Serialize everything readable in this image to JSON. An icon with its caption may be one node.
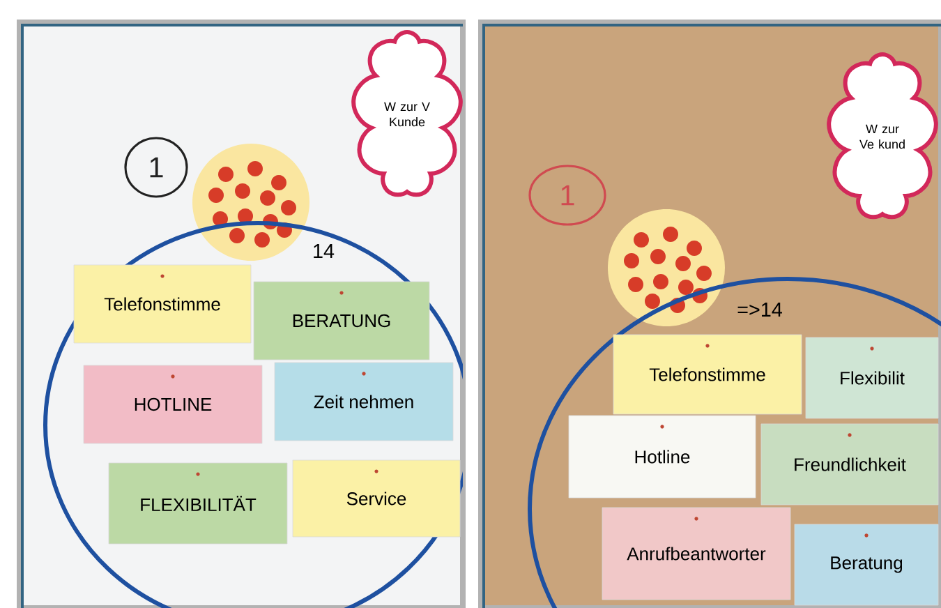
{
  "diagram": {
    "nodes": [
      {
        "text": [],
        "shape": "box"
      },
      {
        "text": [
          "W zur V Kunde"
        ],
        "in": 0
      },
      {
        "text": [
          "1"
        ],
        "in": 0
      },
      {
        "text": [],
        "shape": "circle",
        "beside": [
          "14"
        ],
        "in": 0
      },
      {
        "text": [],
        "shape": "circle"
      },
      {
        "text": [
          "Telefonstimme"
        ],
        "in": 4
      },
      {
        "text": [
          "BERATUNG"
        ],
        "in": 4
      },
      {
        "text": [
          "HOTLINE"
        ],
        "in": 4
      },
      {
        "text": [
          "Zeit nehmen"
        ],
        "in": 4
      },
      {
        "text": [
          "FLEXIBILITÄT"
        ],
        "in": 4
      },
      {
        "text": [
          "Service"
        ],
        "in": 4
      },
      {
        "text": [],
        "shape": "box"
      },
      {
        "text": [
          "W zur Ve kund"
        ],
        "in": 11
      },
      {
        "text": [
          "1"
        ],
        "in": 11
      },
      {
        "text": [],
        "shape": "circle",
        "in": 11
      },
      {
        "text": [],
        "shape": "circle"
      },
      {
        "text": [
          "Telefonstimme"
        ]
      },
      {
        "text": [
          "Flexibilit"
        ]
      },
      {
        "text": [
          "Hotline"
        ]
      },
      {
        "text": [
          "Freundlichkeit"
        ]
      },
      {
        "text": [
          "Anrufbeantworter"
        ]
      },
      {
        "text": [
          "Beratung"
        ]
      }
    ],
    "labels": [
      "=>14"
    ]
  }
}
